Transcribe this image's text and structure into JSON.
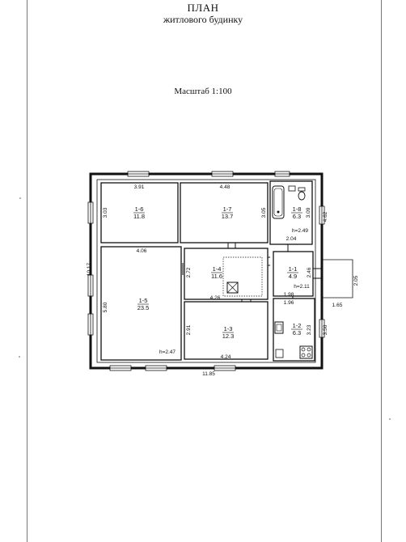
{
  "title": "ПЛАН",
  "subtitle": "житлового будинку",
  "scale": "Масштаб 1:100",
  "rooms": [
    {
      "id": "1-6",
      "area": "11.8"
    },
    {
      "id": "1-7",
      "area": "13.7"
    },
    {
      "id": "1-8",
      "area": "6.3"
    },
    {
      "id": "1-5",
      "area": "23.5"
    },
    {
      "id": "1-4",
      "area": "11.6"
    },
    {
      "id": "1-1",
      "area": "4.9"
    },
    {
      "id": "1-3",
      "area": "12.3"
    },
    {
      "id": "1-2",
      "area": "6.3"
    }
  ],
  "dimensions": {
    "d391": "3.91",
    "d448": "4.48",
    "d303a": "3.03",
    "d305": "3.05",
    "d309": "3.09",
    "d462": "4.62",
    "h249": "h=2.49",
    "d204": "2.04",
    "d406": "4.06",
    "d272": "2.72",
    "d1017": "10.17",
    "d246": "2.46",
    "d205": "2.05",
    "h211": "h=2.11",
    "d580": "5.80",
    "d426": "4.26",
    "d198": "1.98",
    "d196": "1.96",
    "d165": "1.65",
    "d291": "2.91",
    "d323": "3.23",
    "d350": "3.50",
    "h247": "h=2.47",
    "d424": "4.24",
    "d1185": "11.85"
  }
}
